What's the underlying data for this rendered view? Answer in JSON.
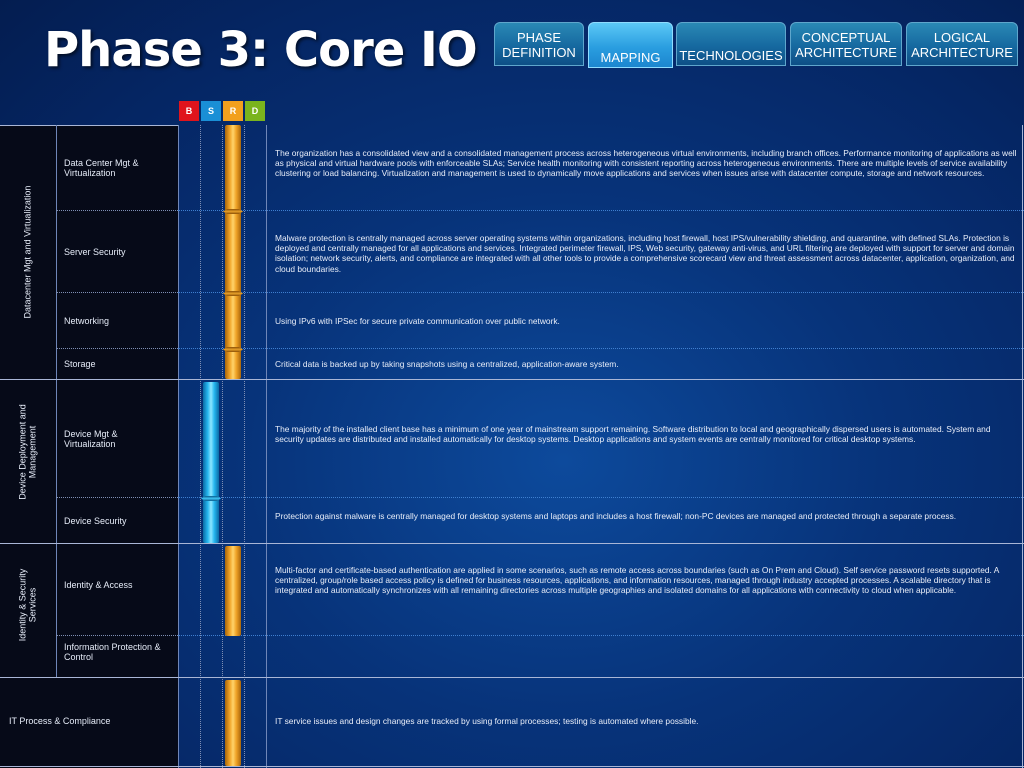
{
  "header": {
    "title": "Phase 3: Core IO"
  },
  "tabs": [
    {
      "line1": "PHASE",
      "line2": "DEFINITION",
      "active": false
    },
    {
      "line1": "",
      "line2": "MAPPING",
      "active": true
    },
    {
      "line1": "",
      "line2": "TECHNOLOGIES",
      "active": false
    },
    {
      "line1": "CONCEPTUAL",
      "line2": "ARCHITECTURE",
      "active": false
    },
    {
      "line1": "LOGICAL",
      "line2": "ARCHITECTURE",
      "active": false
    }
  ],
  "levels": [
    {
      "letter": "B",
      "color": "#e0141c"
    },
    {
      "letter": "S",
      "color": "#1a8fd6"
    },
    {
      "letter": "R",
      "color": "#f2a01e"
    },
    {
      "letter": "D",
      "color": "#7ab41d"
    }
  ],
  "groups": [
    {
      "label": "Datacenter Mgt and Virtualization"
    },
    {
      "label": "Device Deployment and Management"
    },
    {
      "label": "Identity & Security Services"
    }
  ],
  "rows": [
    {
      "name": "Data Center Mgt & Virtualization",
      "level": "R",
      "desc": "The organization has a consolidated view and a consolidated management process across heterogeneous virtual environments, including branch offices. Performance monitoring of applications as well as physical and virtual hardware pools with enforceable SLAs; Service health monitoring with consistent reporting across heterogeneous environments. There are multiple levels of service availability clustering or load balancing. Virtualization and management is used to dynamically move applications and services when issues arise with datacenter compute, storage and network resources."
    },
    {
      "name": "Server Security",
      "level": "R",
      "desc": "Malware protection is centrally managed across server operating systems within organizations, including host firewall, host IPS/vulnerability shielding, and quarantine, with defined SLAs. Protection is deployed and centrally managed for all applications and services. Integrated perimeter firewall, IPS, Web security, gateway anti-virus, and URL filtering are deployed with support for server and domain isolation; network security, alerts, and compliance are integrated with all other tools to provide a comprehensive scorecard view and threat assessment across datacenter, application, organization, and cloud boundaries."
    },
    {
      "name": "Networking",
      "level": "R",
      "desc": "Using IPv6 with IPSec for secure private communication over public network."
    },
    {
      "name": "Storage",
      "level": "R",
      "desc": "Critical data is backed up by taking snapshots using a centralized, application-aware system."
    },
    {
      "name": "Device Mgt & Virtualization",
      "level": "S",
      "desc": "The majority of the installed client base has a minimum of one year of mainstream support remaining. Software distribution to local and geographically dispersed users is automated. System and security updates are distributed and installed automatically for desktop systems. Desktop applications and system events are centrally monitored for critical desktop systems."
    },
    {
      "name": "Device Security",
      "level": "S",
      "desc": "Protection against malware is centrally managed for desktop systems and laptops and includes a host firewall; non-PC devices are managed and protected through a separate process."
    },
    {
      "name": "Identity & Access",
      "level": "R",
      "desc": "Multi-factor and certificate-based authentication are applied in some scenarios, such as remote access across boundaries (such as On Prem and Cloud). Self service password resets supported. A centralized, group/role based access policy is defined for business resources, applications, and information resources, managed through industry accepted processes. A scalable directory that is integrated and automatically synchronizes with all remaining directories across multiple geographies and isolated domains for all applications with connectivity to cloud when applicable."
    },
    {
      "name": "Information Protection & Control",
      "level": "",
      "desc": ""
    },
    {
      "name": "IT Process & Compliance",
      "level": "R",
      "desc": "IT service issues and design changes are tracked by using formal processes; testing is automated where possible."
    }
  ]
}
